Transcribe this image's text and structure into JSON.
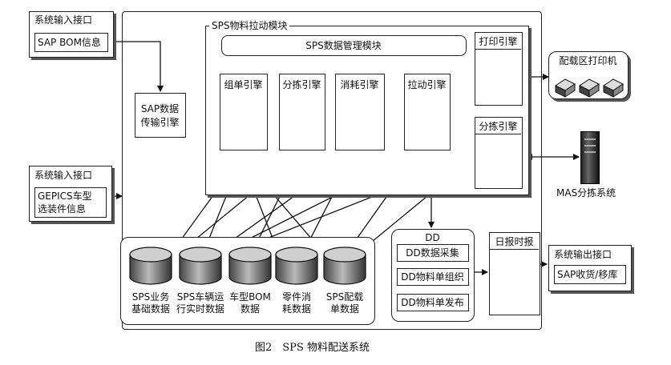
{
  "input_interface_1": {
    "title": "系统输入接口",
    "item": "SAP BOM信息"
  },
  "sap_engine": {
    "line1": "SAP数据",
    "line2": "传输引擎"
  },
  "input_interface_2": {
    "title": "系统输入接口",
    "item_line1": "GEPICS车型",
    "item_line2": "选装件信息"
  },
  "sps_module": {
    "title": "SPS物料拉动模块",
    "manager": "SPS数据管理模块",
    "engines": [
      "组单引擎",
      "分拣引擎",
      "消耗引擎",
      "拉动引擎"
    ],
    "print_engine": "打印引擎",
    "sort_engine": "分拣引擎"
  },
  "printer_area": {
    "title": "配载区打印机"
  },
  "mas": {
    "label": "MAS分拣系统"
  },
  "databases": [
    {
      "line1": "SPS业务",
      "line2": "基础数据"
    },
    {
      "line1": "SPS车辆运",
      "line2": "行实时数据"
    },
    {
      "line1": "车型BOM",
      "line2": "数据"
    },
    {
      "line1": "零件消",
      "line2": "耗数据"
    },
    {
      "line1": "SPS配载",
      "line2": "单数据"
    }
  ],
  "dd": {
    "title": "DD",
    "items": [
      "DD数据采集",
      "DD物料单组织",
      "DD物料单发布"
    ]
  },
  "daily_report": "日报时报",
  "output_interface": {
    "title": "系统输出接口",
    "item": "SAP收货/移库"
  },
  "caption": "图2　SPS 物料配送系统"
}
